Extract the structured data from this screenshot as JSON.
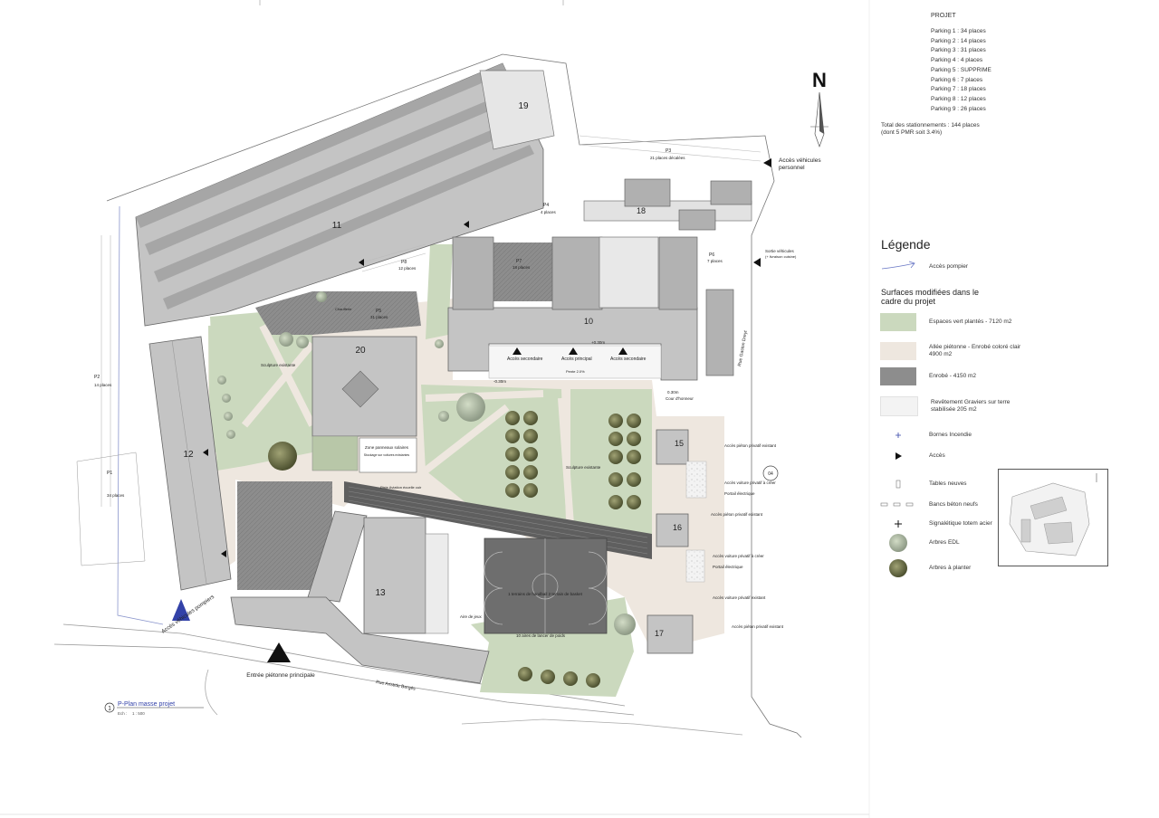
{
  "project_header": "PROJET",
  "parkings": [
    "Parking 1  : 34 places",
    "Parking 2 : 14 places",
    "Parking 3  : 31 places",
    "Parking 4 : 4 places",
    "Parking 5 : SUPPRIME",
    "Parking 6 : 7 places",
    "Parking 7 : 18 places",
    "Parking 8 : 12 places",
    "Parking 9 : 26 places"
  ],
  "total_line1": "Total des stationnements : 144 places",
  "total_line2": "(dont 5 PMR soit 3.4%)",
  "north": "N",
  "legend": {
    "title": "Légende",
    "pompier": "Accès pompier",
    "surfaces_title": "Surfaces modifiées dans le cadre du projet",
    "espaces_verts": "Espaces vert plantés - 7120 m2",
    "allee": "Allée piétonne - Enrobé coloré clair 4900 m2",
    "enrobe": "Enrobé - 4150 m2",
    "graviers": "Revêtement Graviers sur terre stabilisée 205 m2",
    "bornes": "Bornes Incendie",
    "acces": "Accès",
    "tables": "Tables neuves",
    "bancs": "Bancs béton neufs",
    "signaletique": "Signalétique totem acier",
    "arbres_edl": "Arbres EDL",
    "arbres_planter": "Arbres à planter"
  },
  "colors": {
    "green": "#cbd9be",
    "allee": "#eee7df",
    "enrobe": "#8d8d8d",
    "building": "#c4c4c4",
    "accent_red": "#e02020",
    "pompier_blue": "#3342a8"
  },
  "buildings": {
    "b11": "11",
    "b19": "19",
    "b18": "18",
    "b10": "10",
    "b20": "20",
    "b12": "12",
    "b13": "13",
    "b15": "15",
    "b16": "16",
    "b17": "17"
  },
  "parking_labels": {
    "p1": "P1",
    "p1_sub": "34 places",
    "p2": "P2",
    "p2_sub": "14 places",
    "p3": "P3",
    "p3_sub": "21 places décalées",
    "p4": "P4",
    "p4_sub": "4 places",
    "p5": "P5",
    "p5_sub": "31 places",
    "p6": "P6",
    "p6_sub": "7 places",
    "p7": "P7",
    "p7_sub": "18 places",
    "p8": "P8",
    "p8_sub": "12 places"
  },
  "annotations": {
    "acces_vehicules": "Accès véhicules",
    "personnel": "personnel",
    "sortie_vehicules": "Sortie véhicules",
    "sortie_sub": "(+ livraison cuisine)",
    "acces_secondaire": "Accès secondaire",
    "acces_principal": "Accès principal",
    "pente": "Pente 2.0%",
    "cour": "Cour d'honneur",
    "sculpture": "Sculpture existante",
    "zone_panneaux": "Zone panneaux solaires",
    "zone_panneaux_sub": "Stockage sur voitures existantes",
    "rue_gaston": "Rue Gaston Dreyt",
    "rue_aristide": "Rue Aristide Bergès",
    "entree": "Entrée piétonne principale",
    "acces_pompiers": "Accès véhicules pompiers",
    "acces_pieton_existant": "Accès piéton privatif existant",
    "acces_voiture_creer": "Accès voiture privatif à créer",
    "portail": "Portail électrique",
    "acces_voiture_existant": "Accès voiture privatif existant",
    "terrains": "1 terrains de handball 2 terrain de basket",
    "aire_jeux": "Aire de jeux",
    "piste": "Piste Aviation écuelle cuir",
    "lancer": "10 aires de lancer de poids",
    "chaufferie": "Chaufferie",
    "level_1": "+0.30m",
    "level_2": "-0.30m",
    "level_3": "0.30m",
    "ref04": "04"
  },
  "title_block": {
    "number": "1",
    "title": "P-Plan masse projet",
    "scale_label": "Ech :",
    "scale": "1 : 500"
  }
}
